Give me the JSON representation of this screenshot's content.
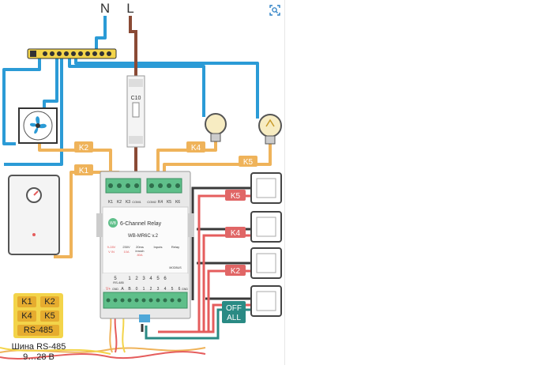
{
  "mains": {
    "neutral": "N",
    "line": "L"
  },
  "breaker": {
    "label": "C10"
  },
  "channels": {
    "k1": "K1",
    "k2": "K2",
    "k4": "K4",
    "k5": "K5"
  },
  "module": {
    "name": "6-Channel Relay",
    "model": "WB-MR6C v.2",
    "logo": "WB",
    "specs": [
      "9-28V",
      "V IN",
      "230V",
      "10A",
      "20ms",
      "inrush",
      "80A",
      "Inputs",
      "Relay",
      "MODBUS"
    ],
    "terminals_top_left": [
      "K1",
      "K2",
      "K3",
      "COM1"
    ],
    "terminals_top_right": [
      "COM2",
      "K4",
      "K5",
      "K6"
    ],
    "inputs_numbers": [
      "5",
      "1",
      "2",
      "3",
      "4",
      "5",
      "6"
    ],
    "terminals_bottom": [
      "V+",
      "GND",
      "A",
      "B",
      "0",
      "1",
      "2",
      "3",
      "4",
      "5",
      "6",
      "GND"
    ],
    "rs485_tag": "RS-485"
  },
  "switch_tags": {
    "k5": "K5",
    "k4": "K4",
    "k2": "K2",
    "off_all_line1": "OFF",
    "off_all_line2": "ALL"
  },
  "legend": {
    "k1": "K1",
    "k2": "K2",
    "k4": "K4",
    "k5": "K5",
    "bus": "RS-485"
  },
  "bus_note": {
    "line1": "Шина RS-485",
    "line2": "9…28  В"
  },
  "colors": {
    "blue": "#2b9bd6",
    "brown": "#8a4a35",
    "orange": "#efb35a",
    "red": "#e55d5d",
    "dark": "#3a3a3a",
    "teal": "#2a8a84",
    "green": "#5fbf8a",
    "tag_red": "#e06666"
  }
}
